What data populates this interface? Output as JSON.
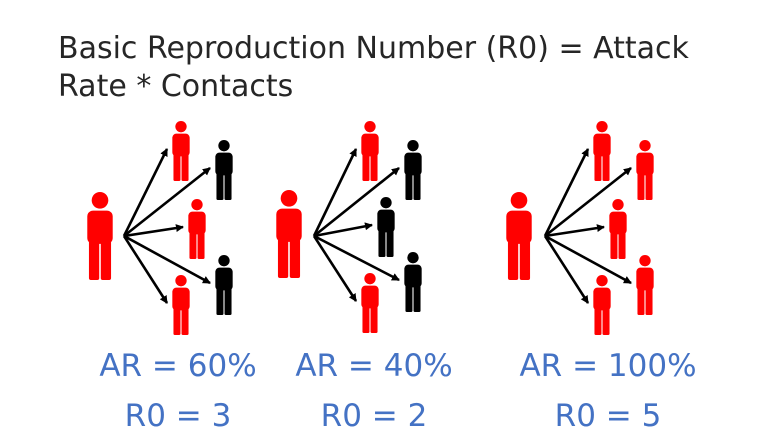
{
  "title": {
    "line1": "Basic Reproduction Number (R0) = Attack",
    "line2": "Rate * Contacts"
  },
  "colors": {
    "infected": "#ff0000",
    "uninfected": "#000000",
    "label": "#4472c4",
    "title": "#262626"
  },
  "groups": [
    {
      "ar_label": "AR = 60%",
      "r0_label": "R0 = 3",
      "attack_rate": 0.6,
      "contacts": [
        "infected",
        "uninfected",
        "infected",
        "uninfected",
        "infected"
      ]
    },
    {
      "ar_label": "AR = 40%",
      "r0_label": "R0 = 2",
      "attack_rate": 0.4,
      "contacts": [
        "infected",
        "uninfected",
        "uninfected",
        "uninfected",
        "infected"
      ]
    },
    {
      "ar_label": "AR = 100%",
      "r0_label": "R0 = 5",
      "attack_rate": 1.0,
      "contacts": [
        "infected",
        "infected",
        "infected",
        "infected",
        "infected"
      ]
    }
  ]
}
